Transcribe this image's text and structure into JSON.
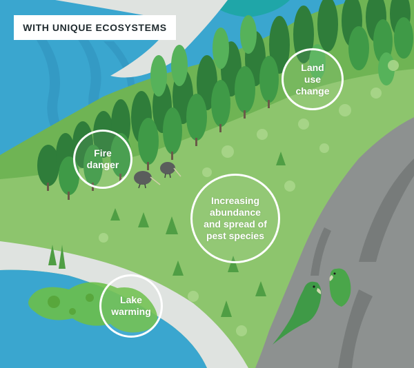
{
  "title": "WITH UNIQUE ECOSYSTEMS",
  "labels": {
    "land_use": "Land\nuse\nchange",
    "fire": "Fire\ndanger",
    "pest": "Increasing\nabundance\nand spread of\npest species",
    "lake": "Lake\nwarming"
  },
  "colors": {
    "water": "#3aa6cf",
    "shore": "#dfe3e0",
    "grass": "#8dc56d",
    "forest_dark": "#2f7d3a",
    "forest": "#3f9a47",
    "rock": "#8d9190",
    "algae": "#6cbf4a"
  }
}
